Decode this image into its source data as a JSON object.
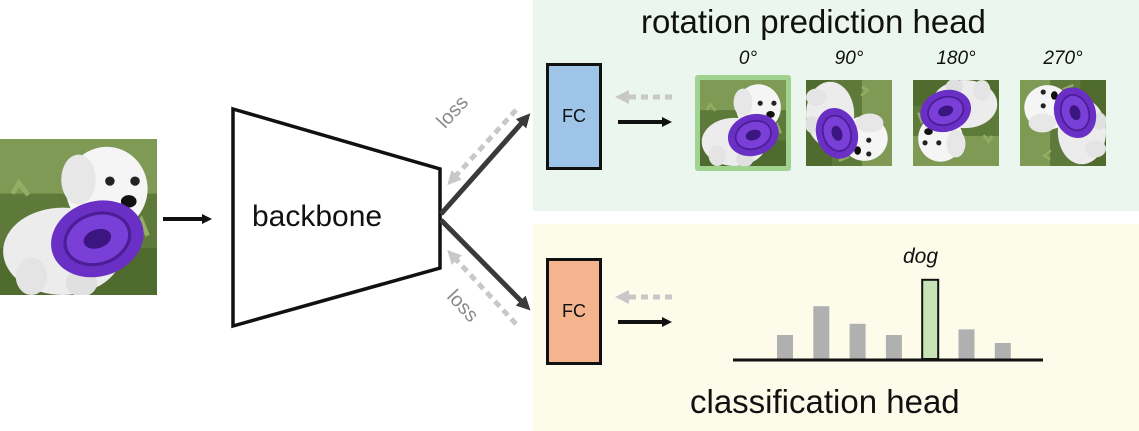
{
  "backbone": {
    "label": "backbone"
  },
  "rotation_head": {
    "title": "rotation prediction head",
    "fc_label": "FC",
    "angles": [
      "0°",
      "90°",
      "180°",
      "270°"
    ],
    "selected_index": 0
  },
  "classification_head": {
    "title": "classification head",
    "fc_label": "FC",
    "highlight_label": "dog",
    "bar_levels": [
      0.3,
      0.66,
      0.44,
      0.3,
      0.99,
      0.37,
      0.2
    ],
    "highlight_index": 4
  },
  "loss_labels": {
    "upper": "loss",
    "lower": "loss"
  },
  "colors": {
    "rotation_bg": "#eaf6ee",
    "classification_bg": "#fdfcea",
    "fc_rotation": "#9ec5e8",
    "fc_classification": "#f3b48e",
    "bar": "#b0b0b0",
    "bar_highlight": "#c7e2b5",
    "selected_frame": "#9fd38f"
  }
}
